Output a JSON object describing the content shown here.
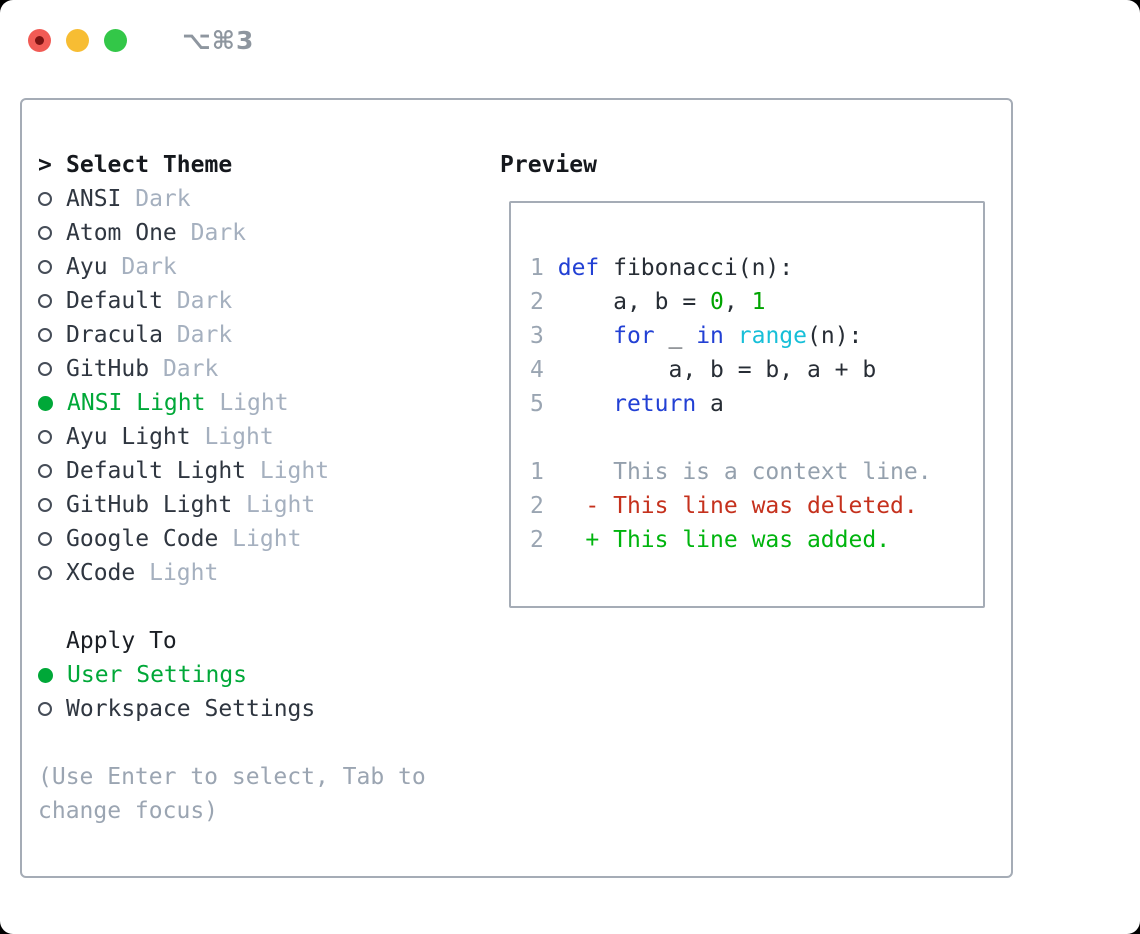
{
  "window": {
    "shortcut_label": "⌥⌘3"
  },
  "colors": {
    "accent-green": "#00a838",
    "kw": "#2240d4",
    "builtin": "#17bfd8",
    "number": "#00a400",
    "added": "#00b40e",
    "deleted": "#c5311d",
    "context": "#94a0ad",
    "linenum": "#9aa5b2",
    "item": "#2f3640",
    "variant": "#a5b0bf",
    "heading": "#15181d",
    "hint": "#9ba5b2",
    "border": "#a5acb6",
    "tl-red": "#f15b55",
    "tl-red-dot": "#7c1312",
    "tl-yellow": "#f7bd33",
    "tl-green": "#33c748",
    "shortcut": "#8e969f"
  },
  "theme_panel": {
    "header_marker": ">",
    "header": "Select Theme",
    "themes": [
      {
        "name": "ANSI",
        "variant": "Dark",
        "selected": false
      },
      {
        "name": "Atom One",
        "variant": "Dark",
        "selected": false
      },
      {
        "name": "Ayu",
        "variant": "Dark",
        "selected": false
      },
      {
        "name": "Default",
        "variant": "Dark",
        "selected": false
      },
      {
        "name": "Dracula",
        "variant": "Dark",
        "selected": false
      },
      {
        "name": "GitHub",
        "variant": "Dark",
        "selected": false
      },
      {
        "name": "ANSI Light",
        "variant": "Light",
        "selected": true
      },
      {
        "name": "Ayu Light",
        "variant": "Light",
        "selected": false
      },
      {
        "name": "Default Light",
        "variant": "Light",
        "selected": false
      },
      {
        "name": "GitHub Light",
        "variant": "Light",
        "selected": false
      },
      {
        "name": "Google Code",
        "variant": "Light",
        "selected": false
      },
      {
        "name": "XCode",
        "variant": "Light",
        "selected": false
      }
    ],
    "apply_to": {
      "header": "Apply To",
      "options": [
        {
          "label": "User Settings",
          "selected": true
        },
        {
          "label": "Workspace Settings",
          "selected": false
        }
      ]
    },
    "hint_lines": [
      "(Use Enter to select, Tab to",
      "change focus)"
    ]
  },
  "preview": {
    "header": "Preview",
    "lines": [
      {
        "num": "1",
        "segments": [
          {
            "t": " ",
            "c": "pl"
          },
          {
            "t": "def",
            "c": "kw"
          },
          {
            "t": " fibonacci(n):",
            "c": "pl"
          }
        ]
      },
      {
        "num": "2",
        "segments": [
          {
            "t": "     a, b = ",
            "c": "pl"
          },
          {
            "t": "0",
            "c": "num"
          },
          {
            "t": ", ",
            "c": "pl"
          },
          {
            "t": "1",
            "c": "num"
          }
        ]
      },
      {
        "num": "3",
        "segments": [
          {
            "t": "     ",
            "c": "pl"
          },
          {
            "t": "for",
            "c": "kw"
          },
          {
            "t": " _ ",
            "c": "pl"
          },
          {
            "t": "in",
            "c": "kw"
          },
          {
            "t": " ",
            "c": "pl"
          },
          {
            "t": "range",
            "c": "builtin"
          },
          {
            "t": "(n):",
            "c": "pl"
          }
        ]
      },
      {
        "num": "4",
        "segments": [
          {
            "t": "         a, b = b, a + b",
            "c": "pl"
          }
        ]
      },
      {
        "num": "5",
        "segments": [
          {
            "t": "     ",
            "c": "pl"
          },
          {
            "t": "return",
            "c": "kw"
          },
          {
            "t": " a",
            "c": "pl"
          }
        ]
      },
      {
        "num": "",
        "segments": []
      },
      {
        "num": "1",
        "segments": [
          {
            "t": "     This is a context line.",
            "c": "context"
          }
        ]
      },
      {
        "num": "2",
        "segments": [
          {
            "t": "   - This line was deleted.",
            "c": "deleted"
          }
        ]
      },
      {
        "num": "2",
        "segments": [
          {
            "t": "   + This line was added.",
            "c": "added"
          }
        ]
      }
    ]
  }
}
